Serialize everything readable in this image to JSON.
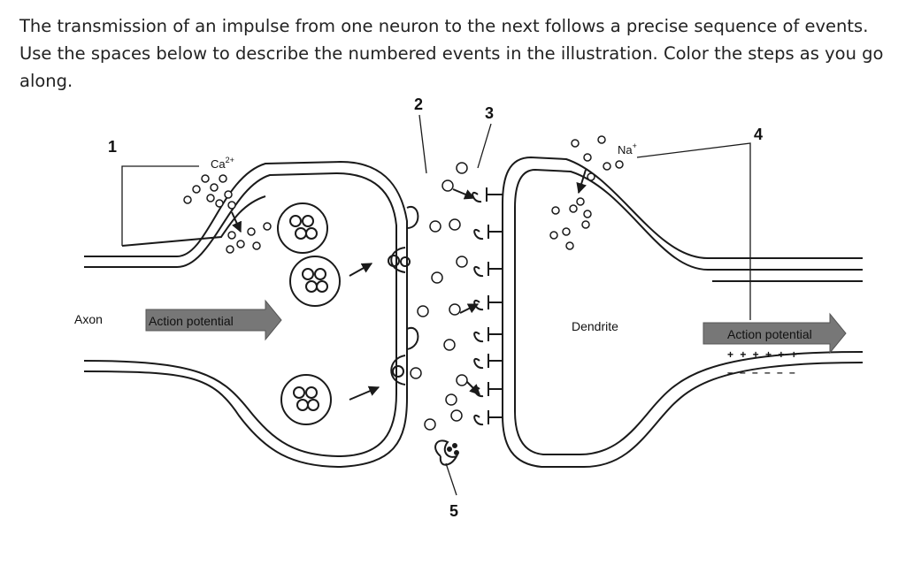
{
  "instructions": "The transmission of an impulse from one neuron to the next follows a precise sequence of events. Use the spaces below to describe the numbered events in the illustration. Color the steps as you go along.",
  "diagram": {
    "step_labels": [
      "1",
      "2",
      "3",
      "4",
      "5"
    ],
    "labels": {
      "axon": "Axon",
      "dendrite": "Dendrite",
      "action_potential_left": "Action potential",
      "action_potential_right": "Action potential",
      "calcium_ion": "Ca",
      "calcium_charge": "2+",
      "sodium_ion": "Na",
      "sodium_charge": "+",
      "plus_signs": "+ + + + + +",
      "minus_signs": "– – – – – –"
    },
    "colors": {
      "stroke": "#1a1a1a",
      "arrow_fill": "#777777",
      "terminal_fill": "#ffffff"
    }
  }
}
